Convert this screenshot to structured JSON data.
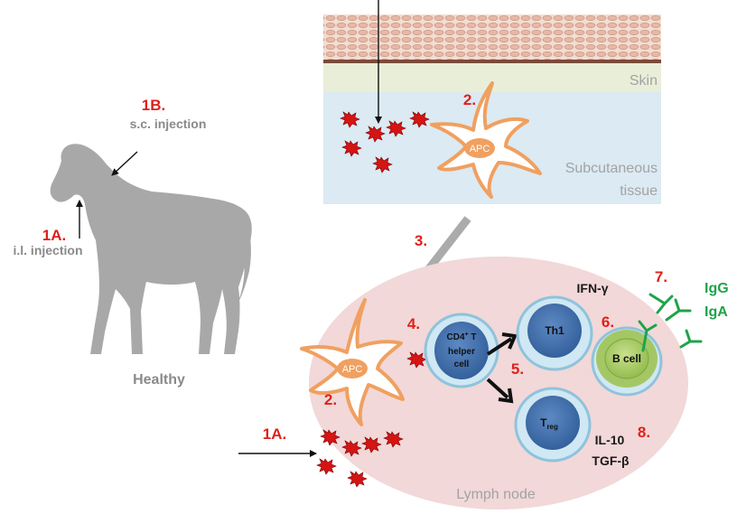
{
  "labels": {
    "step_1b": "1B.",
    "sc_injection": "s.c. injection",
    "step_1a_left": "1A.",
    "il_injection": "i.l. injection",
    "healthy": "Healthy",
    "step_2_top": "2.",
    "step_2_bottom": "2.",
    "step_3": "3.",
    "step_4": "4.",
    "step_5": "5.",
    "step_6": "6.",
    "step_7": "7.",
    "step_8": "8.",
    "step_1a_bottom": "1A."
  },
  "regions": {
    "skin": "Skin",
    "subcutaneous_line1": "Subcutaneous",
    "subcutaneous_line2": "tissue",
    "lymph_node": "Lymph node"
  },
  "cells": {
    "apc_top": "APC",
    "apc_bottom": "APC",
    "cd4_line1": "CD4",
    "cd4_sup": "+",
    "cd4_line1_rest": " T",
    "cd4_line2": "helper",
    "cd4_line3": "cell",
    "th1": "Th1",
    "treg_main": "T",
    "treg_sub": "reg",
    "bcell": "B cell"
  },
  "cytokines": {
    "ifn": "IFN-γ",
    "il10": "IL-10",
    "tgf": "TGF-β"
  },
  "antibodies": {
    "igg": "IgG",
    "iga": "IgA"
  },
  "colors": {
    "step_red": "#e0201c",
    "antibody_green": "#1fa34a",
    "horse_gray": "#a8a8a8",
    "apc_orange": "#f0a060",
    "tcell_blue": "#3e6fae",
    "bcell_green": "#9cc65a",
    "lymph_pink": "#f2d8d8",
    "subcutaneous_blue": "#dbeaf3",
    "skin_beige": "#e9eed8"
  }
}
